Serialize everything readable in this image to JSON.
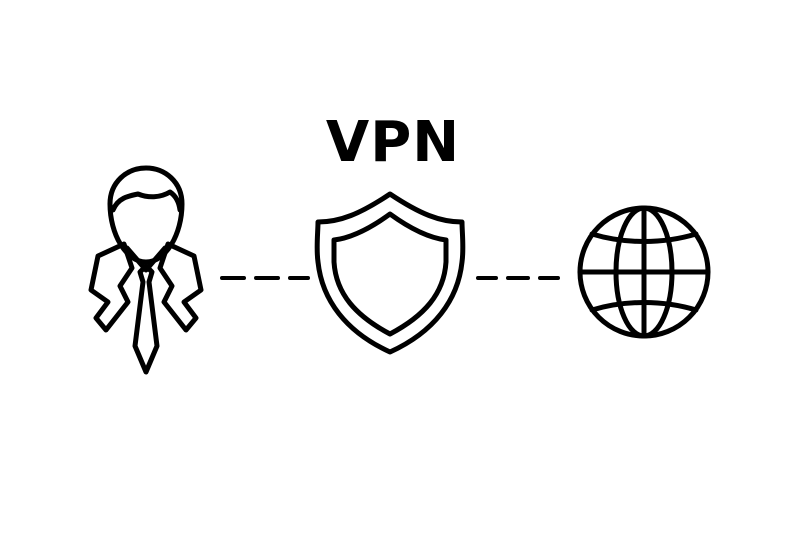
{
  "title": "VPN",
  "colors": {
    "background": "#ffffff",
    "stroke": "#000000"
  },
  "nodes": [
    {
      "role": "user",
      "icon": "businessman-icon"
    },
    {
      "role": "vpn",
      "icon": "shield-icon"
    },
    {
      "role": "internet",
      "icon": "globe-icon"
    }
  ],
  "connections": [
    {
      "from": "user",
      "to": "vpn",
      "style": "dashed"
    },
    {
      "from": "vpn",
      "to": "internet",
      "style": "dashed"
    }
  ]
}
